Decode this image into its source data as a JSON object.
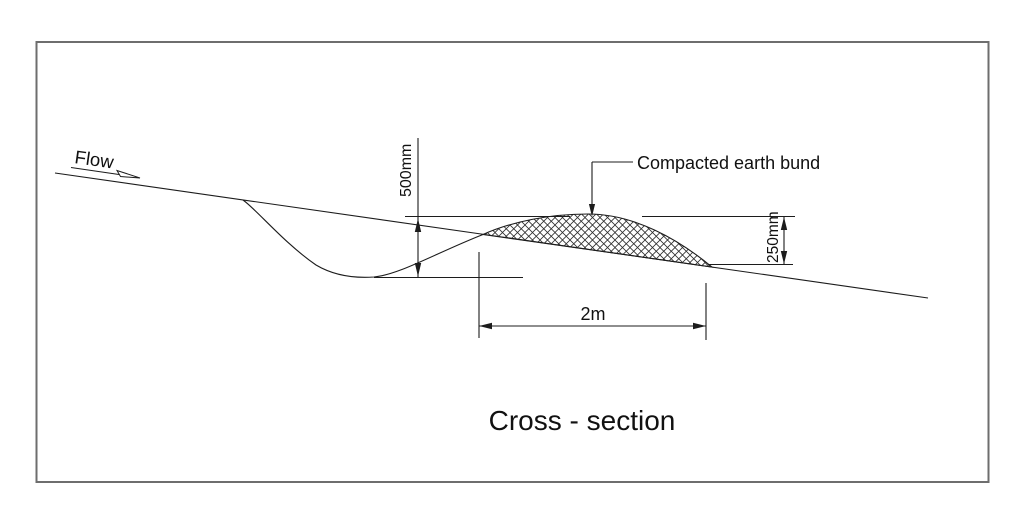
{
  "drawing": {
    "title": "Cross - section",
    "flow": {
      "label": "Flow"
    },
    "bund": {
      "label": "Compacted earth bund",
      "hatch": "herringbone-crosshatch"
    },
    "dimensions": {
      "swale_depth": "500mm",
      "bund_height": "250mm",
      "bund_width": "2m"
    },
    "colors": {
      "line": "#1c1c1c",
      "text": "#111111",
      "border": "#6e6e6e",
      "background": "#ffffff"
    }
  }
}
